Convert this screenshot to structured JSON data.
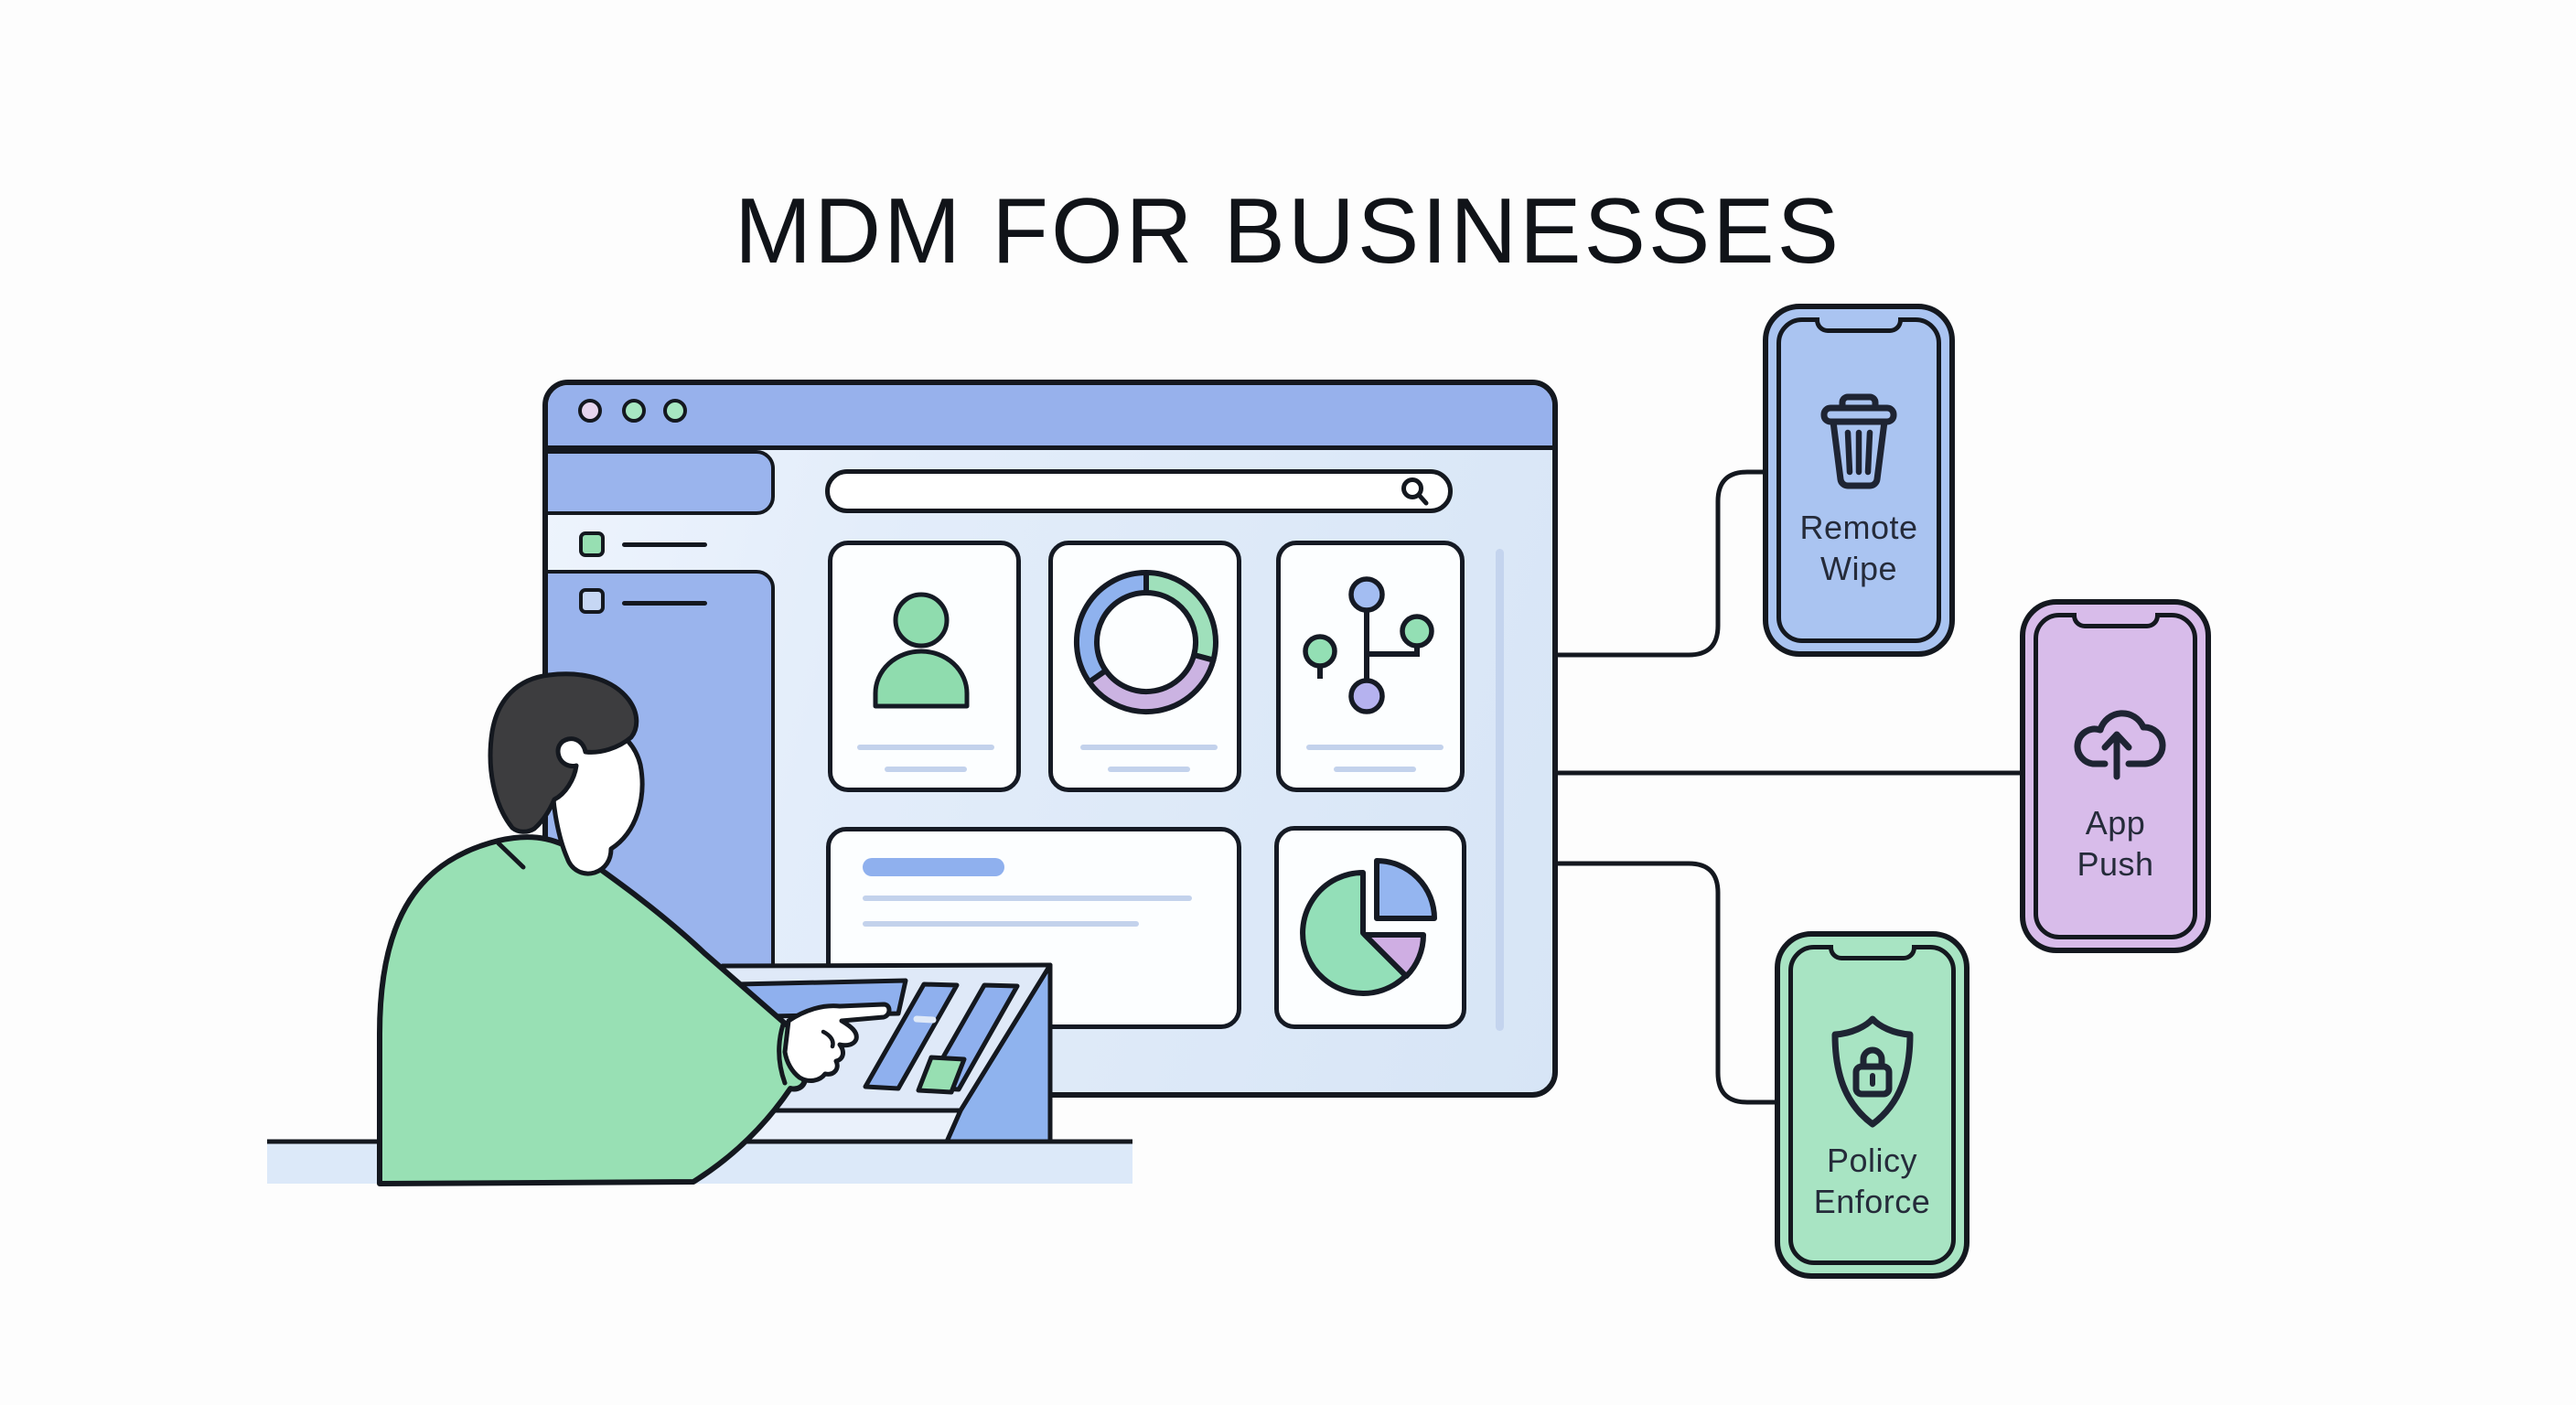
{
  "title": "MDM FOR BUSINESSES",
  "palette": {
    "ink": "#14181f",
    "topbar_blue": "#97b1ec",
    "sidebar_blue": "#9ab4ed",
    "window_bg": "#e3edfa",
    "card_bg": "#fcfeff",
    "placeholder_line": "#c3d2ec",
    "accent_blue": "#8fb0ee",
    "accent_green": "#97dfb2",
    "accent_purple": "#cbb3e2",
    "traffic_lavender": "#e6d5ee",
    "traffic_green": "#a7e7c2",
    "phone_blue": "#aac4f1",
    "phone_purple": "#d8bcea",
    "phone_green": "#a8e4c3",
    "desk_blue": "#dce9f9",
    "sweater_green": "#98e0b4",
    "hair_dark": "#3d3d3f"
  },
  "console_window": {
    "traffic_lights": [
      "lavender",
      "green",
      "green"
    ],
    "sidebar": {
      "items": [
        {
          "icon": "green-square-icon",
          "active": true
        },
        {
          "icon": "blue-square-icon",
          "active": false
        }
      ]
    },
    "search": {
      "icon": "search-icon",
      "value": ""
    },
    "cards": [
      {
        "id": "user-card",
        "icon": "user-avatar-icon"
      },
      {
        "id": "donut-chart-card",
        "icon": "donut-chart"
      },
      {
        "id": "device-tree-card",
        "icon": "device-tree"
      },
      {
        "id": "detail-panel-card",
        "icon": "text-placeholder"
      },
      {
        "id": "pie-chart-card",
        "icon": "pie-chart"
      }
    ],
    "charts": [
      {
        "type": "donut",
        "series": [
          {
            "name": "green",
            "angle_deg": 105,
            "color": "#9fe0bb"
          },
          {
            "name": "purple",
            "angle_deg": 130,
            "color": "#cbb3e2"
          },
          {
            "name": "blue",
            "angle_deg": 125,
            "color": "#8fb2ee"
          }
        ]
      },
      {
        "type": "pie",
        "series": [
          {
            "name": "green",
            "angle_deg": 225,
            "color": "#93dfb8"
          },
          {
            "name": "purple",
            "angle_deg": 45,
            "color": "#cfaee3"
          },
          {
            "name": "blue-exploded",
            "angle_deg": 90,
            "color": "#94b5f0"
          }
        ]
      }
    ]
  },
  "features": [
    {
      "id": "remote-wipe",
      "label": "Remote Wipe",
      "lines": [
        "Remote",
        "Wipe"
      ],
      "icon": "trash-icon",
      "color": "#aac4f1"
    },
    {
      "id": "app-push",
      "label": "App Push",
      "lines": [
        "App",
        "Push"
      ],
      "icon": "cloud-upload-icon",
      "color": "#d8bcea"
    },
    {
      "id": "policy-enforce",
      "label": "Policy Enforce",
      "lines": [
        "Policy",
        "Enforce"
      ],
      "icon": "shield-lock-icon",
      "color": "#a8e4c3"
    }
  ]
}
